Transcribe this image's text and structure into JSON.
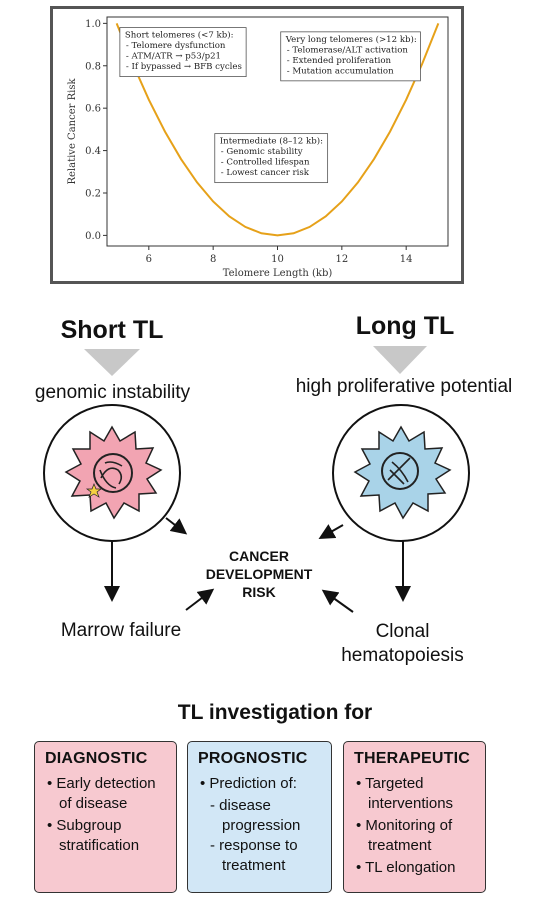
{
  "chart_data": {
    "type": "line",
    "title": "",
    "xlabel": "Telomere Length (kb)",
    "ylabel": "Relative Cancer Risk",
    "xlim": [
      4.7,
      15.3
    ],
    "ylim": [
      -0.05,
      1.03
    ],
    "xticks": [
      6,
      8,
      10,
      12,
      14
    ],
    "yticks": [
      0.0,
      0.2,
      0.4,
      0.6,
      0.8,
      1.0
    ],
    "ytick_labels": [
      "0.0",
      "0.2",
      "0.4",
      "0.6",
      "0.8",
      "1.0"
    ],
    "grid": false,
    "line_color": "#e6a119",
    "series": [
      {
        "x": [
          5.0,
          5.5,
          6.0,
          6.5,
          7.0,
          7.5,
          8.0,
          8.5,
          9.0,
          9.5,
          10.0,
          10.5,
          11.0,
          11.5,
          12.0,
          12.5,
          13.0,
          13.5,
          14.0,
          14.5,
          15.0
        ],
        "values": [
          1.0,
          0.81,
          0.64,
          0.49,
          0.36,
          0.25,
          0.16,
          0.09,
          0.04,
          0.01,
          0.0,
          0.01,
          0.04,
          0.09,
          0.16,
          0.25,
          0.36,
          0.49,
          0.64,
          0.81,
          1.0
        ]
      }
    ],
    "annotations": [
      {
        "x": 5.1,
        "y": 0.98,
        "lines": [
          "Short telomeres (<7 kb):",
          "- Telomere dysfunction",
          "- ATM/ATR → p53/p21",
          "- If bypassed → BFB cycles"
        ]
      },
      {
        "x": 10.1,
        "y": 0.96,
        "lines": [
          "Very long telomeres (>12 kb):",
          "- Telomerase/ALT activation",
          "- Extended proliferation",
          "- Mutation accumulation"
        ]
      },
      {
        "x": 8.05,
        "y": 0.48,
        "lines": [
          "Intermediate (8–12 kb):",
          "- Genomic stability",
          "- Controlled lifespan",
          "- Lowest cancer risk"
        ]
      }
    ]
  },
  "diagram": {
    "short": {
      "title": "Short TL",
      "effect": "genomic instability",
      "outcome": "Marrow failure"
    },
    "long": {
      "title": "Long TL",
      "effect": "high proliferative potential",
      "outcome_line1": "Clonal",
      "outcome_line2": "hematopoiesis"
    },
    "center_line1": "CANCER",
    "center_line2": "DEVELOPMENT",
    "center_line3": "RISK",
    "colors": {
      "short_cell": "#f2a4b2",
      "long_cell": "#a9d3e8",
      "triangle": "#c8c8c8"
    }
  },
  "investigation": {
    "heading": "TL investigation for",
    "boxes": [
      {
        "title": "DIAGNOSTIC",
        "color": "#f7c9d0",
        "b1": "• Early detection of disease",
        "b2": "• Subgroup stratification"
      },
      {
        "title": "PROGNOSTIC",
        "color": "#d2e7f6",
        "b1": "• Prediction of:",
        "s1": "- disease progression",
        "s2": "- response to treatment"
      },
      {
        "title": "THERAPEUTIC",
        "color": "#f7c9d0",
        "b1": "• Targeted interventions",
        "b2": "• Monitoring of treatment",
        "b3": "• TL elongation"
      }
    ]
  }
}
